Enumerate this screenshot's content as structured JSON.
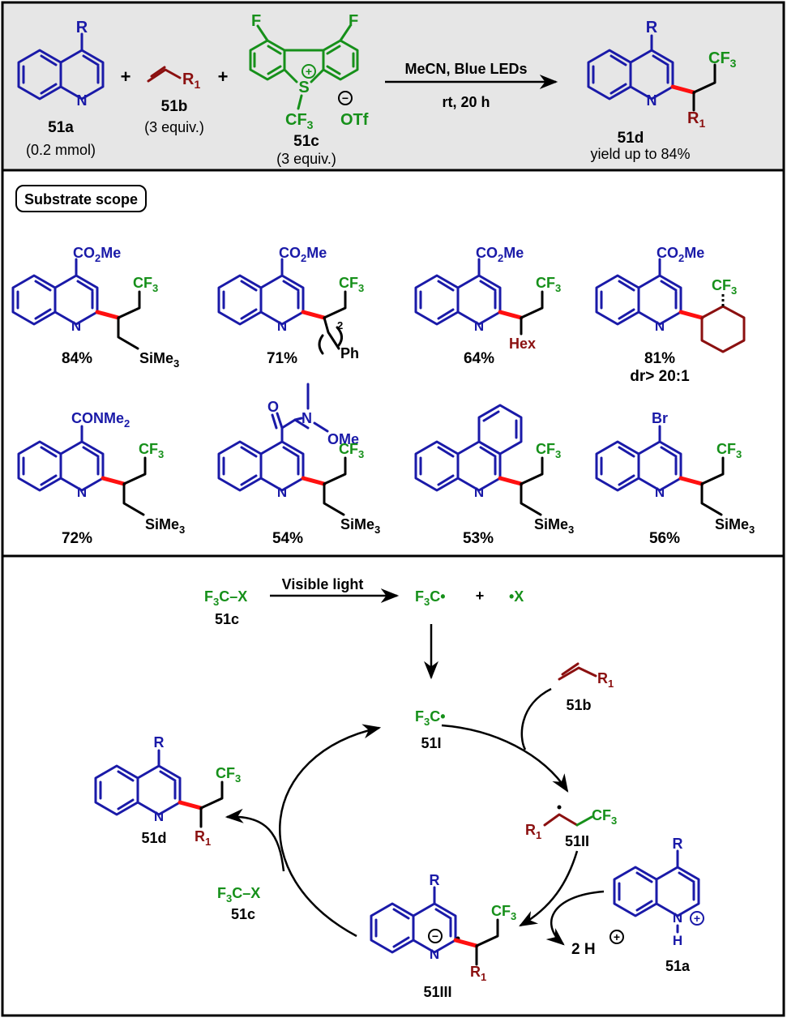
{
  "colors": {
    "blue": "#1a1aa8",
    "green": "#16901a",
    "darkred": "#8b1010",
    "bond_red": "#ff1010",
    "panel_gray": "#e6e6e6"
  },
  "reaction": {
    "sm1": {
      "substituent": "R",
      "label": "51a",
      "amount": "(0.2 mmol)"
    },
    "plus": "+",
    "sm2": {
      "substituent": "R",
      "subscript": "1",
      "label": "51b",
      "amount": "(3 equiv.)"
    },
    "sm3": {
      "fluorine": "F",
      "sulfur": "S",
      "cf3": "CF",
      "cf3_sub": "3",
      "counterion": "OTf",
      "label": "51c",
      "amount": "(3 equiv.)",
      "plus_charge": "+",
      "minus_charge": "−"
    },
    "conditions_top": "MeCN,  Blue LEDs",
    "conditions_bottom": "rt, 20 h",
    "product": {
      "substituent": "R",
      "r1": "R",
      "r1_sub": "1",
      "cf3": "CF",
      "cf3_sub": "3",
      "n": "N",
      "label": "51d",
      "yield": "yield up to 84%"
    }
  },
  "scope": {
    "heading": "Substrate scope",
    "items": [
      {
        "top": "CO",
        "top_sub": "2",
        "top_tail": "Me",
        "side": "SiMe",
        "side_sub": "3",
        "yield": "84%"
      },
      {
        "top": "CO",
        "top_sub": "2",
        "top_tail": "Me",
        "side": "Ph",
        "repeat": "2",
        "yield": "71%"
      },
      {
        "top": "CO",
        "top_sub": "2",
        "top_tail": "Me",
        "side": "Hex",
        "yield": "64%"
      },
      {
        "top": "CO",
        "top_sub": "2",
        "top_tail": "Me",
        "yield": "81%",
        "dr": "dr> 20:1"
      },
      {
        "top": "CONMe",
        "top_sub": "2",
        "side": "SiMe",
        "side_sub": "3",
        "yield": "72%"
      },
      {
        "top": "OMe",
        "side": "SiMe",
        "side_sub": "3",
        "yield": "54%"
      },
      {
        "side": "SiMe",
        "side_sub": "3",
        "yield": "53%"
      },
      {
        "top": "Br",
        "side": "SiMe",
        "side_sub": "3",
        "yield": "56%"
      }
    ]
  },
  "mechanism": {
    "reagent": "F",
    "reagent_sub": "3",
    "reagent_tail": "C–X",
    "reagent_label": "51c",
    "arrow_label": "Visible light",
    "radical": "F",
    "radical_sub": "3",
    "radical_tail": "C•",
    "plus": "+",
    "x_radical": "•X",
    "int1_label": "51I",
    "alkene_r": "R",
    "alkene_sub": "1",
    "alkene_label": "51b",
    "int2_r": "R",
    "int2_sub": "1",
    "int2_label": "51II",
    "protonated_label": "51a",
    "protonated_h": "H",
    "proton": "2 H",
    "int3_label": "51III",
    "product_label": "51d",
    "reagent2_label": "51c"
  }
}
